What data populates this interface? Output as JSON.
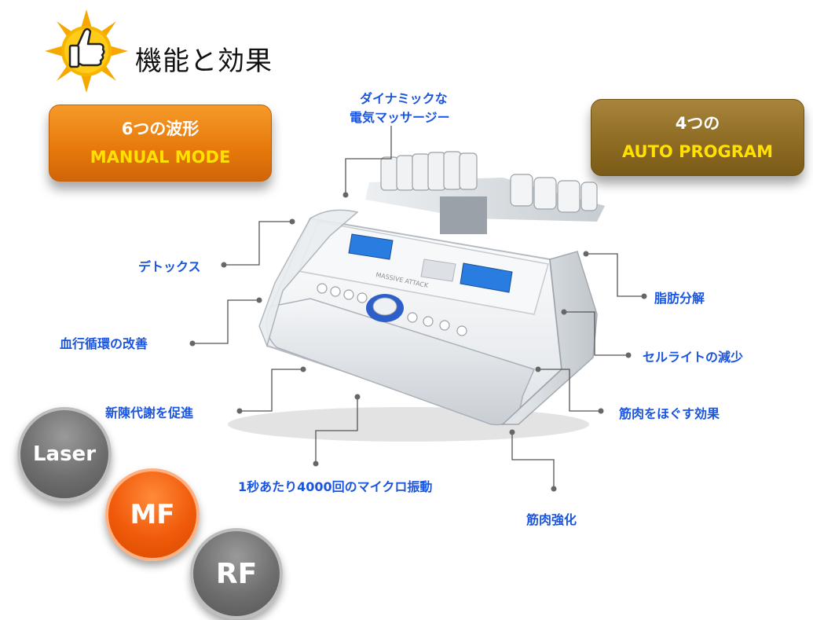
{
  "header": {
    "title": "機能と効果",
    "icon": "thumbs-up-icon"
  },
  "badges": {
    "manual": {
      "line1": "6つの波形",
      "line2": "MANUAL MODE"
    },
    "auto": {
      "line1": "4つの",
      "line2": "AUTO PROGRAM"
    }
  },
  "device": {
    "brand": "MASSIVE ATTACK"
  },
  "labels": {
    "massage": [
      "ダイナミックな",
      "電気マッサージー"
    ],
    "detox": "デトックス",
    "circulation": "血行循環の改善",
    "metabolism": "新陳代謝を促進",
    "vibration": "1秒あたり4000回のマイクロ振動",
    "fat": "脂肪分解",
    "cellulite": "セルライトの減少",
    "muscle_relax": "筋肉をほぐす効果",
    "muscle_strength": "筋肉強化"
  },
  "modes": [
    "Laser",
    "MF",
    "RF"
  ],
  "colors": {
    "label_blue": "#1a55e0",
    "orange": "#e6780a",
    "gold": "#8c6a22",
    "gray": "#6e6e6e"
  }
}
